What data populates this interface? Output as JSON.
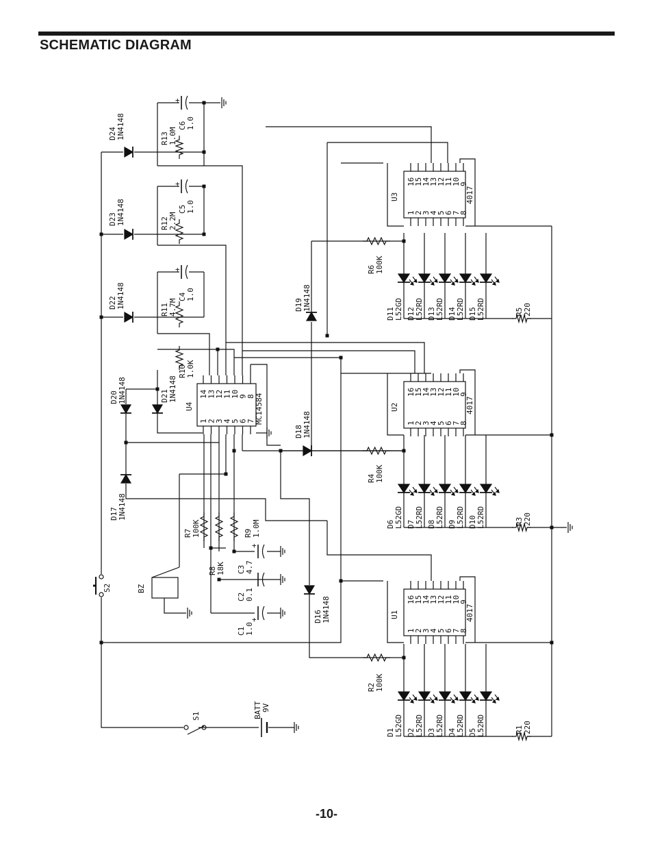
{
  "title": "SCHEMATIC DIAGRAM",
  "page_number": "-10-",
  "ics": [
    {
      "ref": "U1",
      "part": "4017",
      "pins_top": [
        "16",
        "15",
        "14",
        "13",
        "12",
        "11",
        "10",
        "9"
      ],
      "pins_bottom": [
        "1",
        "2",
        "3",
        "4",
        "5",
        "6",
        "7",
        "8"
      ]
    },
    {
      "ref": "U2",
      "part": "4017",
      "pins_top": [
        "16",
        "15",
        "14",
        "13",
        "12",
        "11",
        "10",
        "9"
      ],
      "pins_bottom": [
        "1",
        "2",
        "3",
        "4",
        "5",
        "6",
        "7",
        "8"
      ]
    },
    {
      "ref": "U3",
      "part": "4017",
      "pins_top": [
        "16",
        "15",
        "14",
        "13",
        "12",
        "11",
        "10",
        "9"
      ],
      "pins_bottom": [
        "1",
        "2",
        "3",
        "4",
        "5",
        "6",
        "7",
        "8"
      ]
    },
    {
      "ref": "U4",
      "part": "MC14584",
      "pins_top": [
        "14",
        "13",
        "12",
        "11",
        "10",
        "9",
        "8"
      ],
      "pins_bottom": [
        "1",
        "2",
        "3",
        "4",
        "5",
        "6",
        "7"
      ]
    }
  ],
  "leds_group1": [
    {
      "ref": "D1",
      "part": "L52GD"
    },
    {
      "ref": "D2",
      "part": "L52RD"
    },
    {
      "ref": "D3",
      "part": "L52RD"
    },
    {
      "ref": "D4",
      "part": "L52RD"
    },
    {
      "ref": "D5",
      "part": "L52RD"
    }
  ],
  "leds_group2": [
    {
      "ref": "D6",
      "part": "L52GD"
    },
    {
      "ref": "D7",
      "part": "L52RD"
    },
    {
      "ref": "D8",
      "part": "L52RD"
    },
    {
      "ref": "D9",
      "part": "L52RD"
    },
    {
      "ref": "D10",
      "part": "L52RD"
    }
  ],
  "leds_group3": [
    {
      "ref": "D11",
      "part": "L52GD"
    },
    {
      "ref": "D12",
      "part": "L52RD"
    },
    {
      "ref": "D13",
      "part": "L52RD"
    },
    {
      "ref": "D14",
      "part": "L52RD"
    },
    {
      "ref": "D15",
      "part": "L52RD"
    }
  ],
  "diodes": [
    {
      "ref": "D16",
      "part": "1N4148"
    },
    {
      "ref": "D17",
      "part": "1N4148"
    },
    {
      "ref": "D18",
      "part": "1N4148"
    },
    {
      "ref": "D19",
      "part": "1N4148"
    },
    {
      "ref": "D20",
      "part": "1N4148"
    },
    {
      "ref": "D21",
      "part": "1N4148"
    },
    {
      "ref": "D22",
      "part": "1N4148"
    },
    {
      "ref": "D23",
      "part": "1N4148"
    },
    {
      "ref": "D24",
      "part": "1N4148"
    }
  ],
  "resistors": [
    {
      "ref": "R1",
      "value": "220"
    },
    {
      "ref": "R2",
      "value": "100K"
    },
    {
      "ref": "R3",
      "value": "220"
    },
    {
      "ref": "R4",
      "value": "100K"
    },
    {
      "ref": "R5",
      "value": "220"
    },
    {
      "ref": "R6",
      "value": "100K"
    },
    {
      "ref": "R7",
      "value": "100K"
    },
    {
      "ref": "R8",
      "value": "18K"
    },
    {
      "ref": "R9",
      "value": "1.0M"
    },
    {
      "ref": "R10",
      "value": "1.0K"
    },
    {
      "ref": "R11",
      "value": "4.7M"
    },
    {
      "ref": "R12",
      "value": "2.2M"
    },
    {
      "ref": "R13",
      "value": "1.0M"
    }
  ],
  "capacitors": [
    {
      "ref": "C1",
      "value": "1.0"
    },
    {
      "ref": "C2",
      "value": "0.1"
    },
    {
      "ref": "C3",
      "value": "4.7"
    },
    {
      "ref": "C4",
      "value": "1.0"
    },
    {
      "ref": "C5",
      "value": "1.0"
    },
    {
      "ref": "C6",
      "value": "1.0"
    }
  ],
  "other": {
    "s1": "S1",
    "s2": "S2",
    "bz": "BZ",
    "batt": "BATT",
    "batt_v": "9V",
    "plus": "+"
  }
}
